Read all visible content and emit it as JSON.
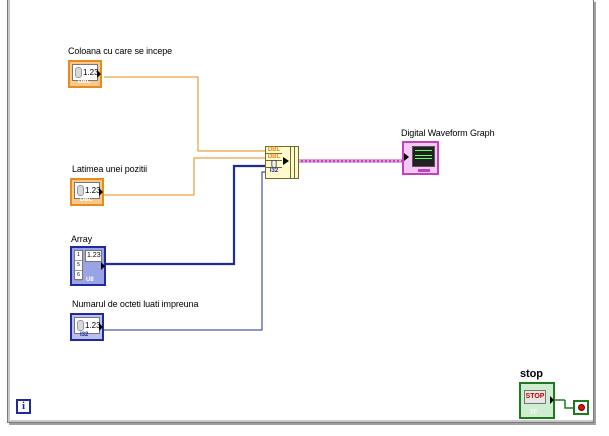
{
  "controls": {
    "coloana": {
      "label": "Coloana cu care se incepe",
      "value": "1.23",
      "type": "DBL"
    },
    "latimea": {
      "label": "Latimea unei pozitii",
      "value": "1.23",
      "type": "DBL"
    },
    "array": {
      "label": "Array",
      "value": "1.23",
      "type": "U8",
      "index": [
        "1",
        "5",
        "6"
      ]
    },
    "numarul": {
      "label": "Numarul de octeti luati impreuna",
      "value": "1.23",
      "type": "I32"
    }
  },
  "bundle": {
    "inputs": [
      "DBL",
      "DBL",
      "[ ]",
      "I32"
    ]
  },
  "graph": {
    "label": "Digital Waveform Graph"
  },
  "stop": {
    "label": "stop",
    "button_text": "STOP",
    "type": "TF"
  },
  "loop": {
    "info_icon": "i"
  },
  "colors": {
    "dbl_wire": "#e88a1c",
    "int_wire": "#1f2a9c",
    "waveform_wire": "#c040c0",
    "bool": "#1f7a1f"
  }
}
